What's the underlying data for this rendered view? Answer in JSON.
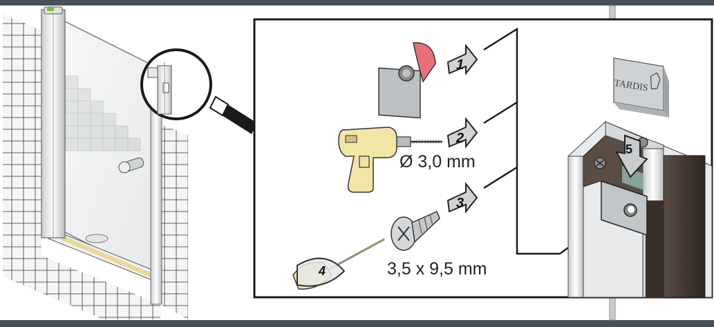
{
  "drill_diameter": "Ø 3,0 mm",
  "screw_size": "3,5 x 9,5 mm",
  "brand": "TARDIS",
  "steps": [
    "1",
    "2",
    "3",
    "4",
    "5"
  ],
  "colors": {
    "frame_bar": "#4a5058",
    "tape_red": "#e8707a",
    "drill_body": "#f2e6a6",
    "profile_dark": "#3a302a"
  }
}
